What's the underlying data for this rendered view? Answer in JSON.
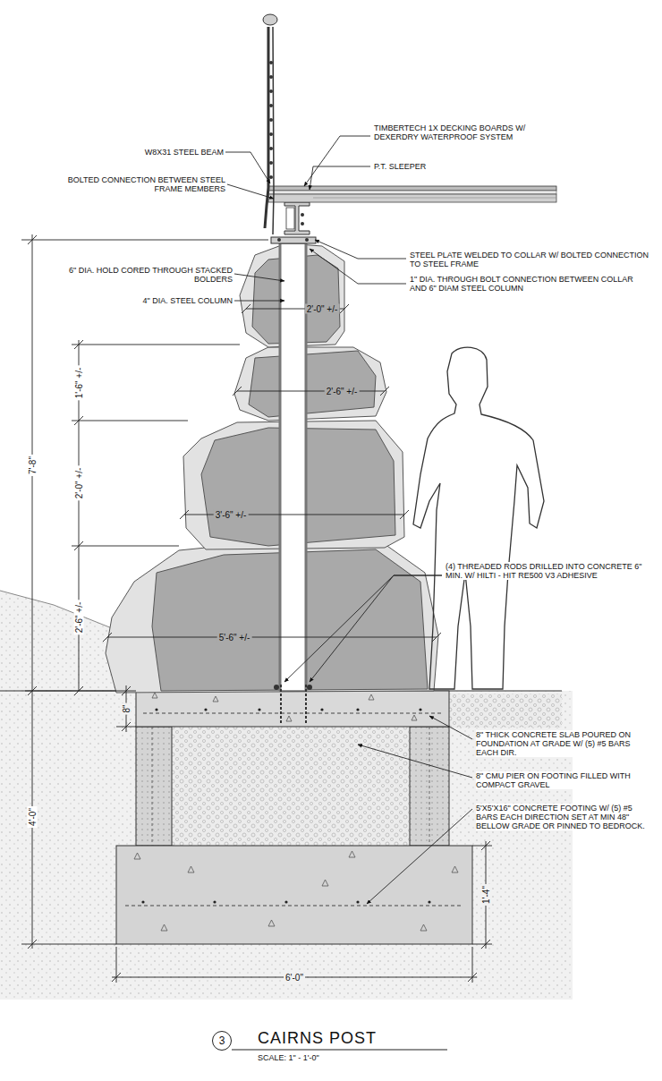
{
  "diagram": {
    "title": "CAIRNS POST",
    "nodes": [
      {
        "text": [
          "3"
        ]
      }
    ],
    "labels": [
      "TIMBERTECH 1X DECKING BOARDS W/ DEXERDRY WATERPROOF SYSTEM",
      "W8X31 STEEL BEAM",
      "P.T. SLEEPER",
      "BOLTED CONNECTION BETWEEN STEEL FRAME MEMBERS",
      "STEEL PLATE WELDED TO COLLAR W/ BOLTED CONNECTION TO STEEL FRAME",
      "6\" DIA. HOLD CORED THROUGH STACKED BOLDERS",
      "1\" DIA. THROUGH BOLT CONNECTION BETWEEN COLLAR AND 6\" DIAM STEEL COLUMN",
      "4\" DIA. STEEL COLUMN",
      "2'-0\" +/-",
      "1'-6\" +/-",
      "2'-6\" +/-",
      "2'-0\" +/-",
      "3'-6\" +/-",
      "2'-6\" +/-",
      "5'-6\" +/-",
      "7'-8\"",
      "(4) THREADED RODS DRILLED INTO CONCRETE 6\" MIN. W/ HILTI - HIT RE500 V3 ADHESIVE",
      "8\"",
      "8\" THICK CONCRETE SLAB POURED ON FOUNDATION AT GRADE W/ (5) #5 BARS EACH DIR.",
      "8\" CMU PIER ON FOOTING FILLED WITH COMPACT GRAVEL",
      "5'X5'X16\" CONCRETE FOOTING W/ (5) #5 BARS EACH DIRECTION SET AT MIN 48\" BELLOW GRADE OR PINNED TO BEDROCK.",
      "4'-0\"",
      "1'-4\"",
      "6'-0\"",
      "SCALE: 1\" - 1'-0\""
    ]
  }
}
